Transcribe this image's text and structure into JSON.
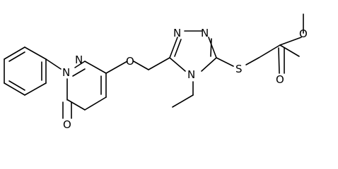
{
  "molecule": {
    "atoms": {
      "n_pyr1": "N",
      "n_pyr2": "N",
      "o_carbonyl": "O",
      "o_ether": "O",
      "n_tri1": "N",
      "n_tri2": "N",
      "n_tri4": "N",
      "s_thio": "S",
      "o_ester_dbl": "O",
      "o_ester": "O"
    },
    "colors": {
      "bond": "#000000",
      "text": "#000000",
      "background": "#ffffff"
    }
  }
}
